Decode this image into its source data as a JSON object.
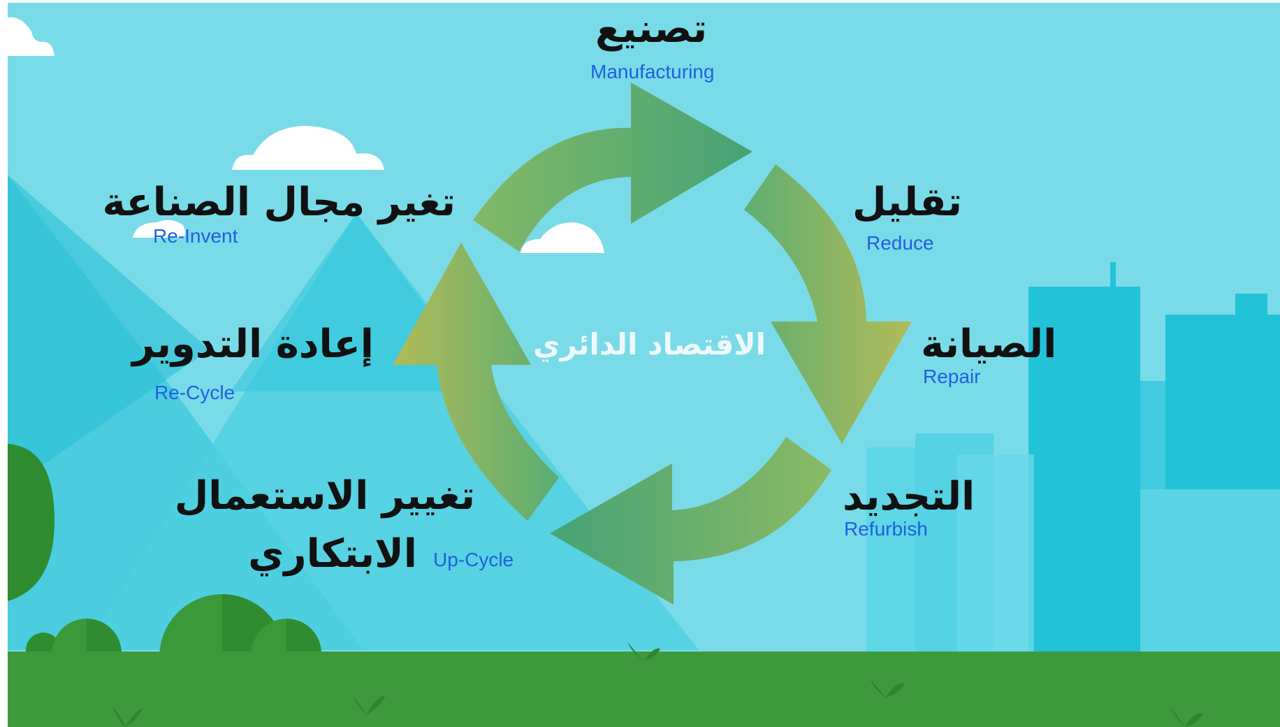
{
  "center_title": "الاقتصاد الدائري",
  "stages": {
    "manufacturing": {
      "ar": "تصنيع",
      "en": "Manufacturing"
    },
    "reduce": {
      "ar": "تقليل",
      "en": "Reduce"
    },
    "repair": {
      "ar": "الصيانة",
      "en": "Repair"
    },
    "refurbish": {
      "ar": "التجديد",
      "en": "Refurbish"
    },
    "upcycle": {
      "ar_line1": "تغيير الاستعمال",
      "ar_line2": "الابتكاري",
      "en": "Up-Cycle"
    },
    "recycle": {
      "ar": "إعادة التدوير",
      "en": "Re-Cycle"
    },
    "reinvent": {
      "ar": "تغير مجال الصناعة",
      "en": "Re-Invent"
    }
  },
  "colors": {
    "sky": "#7adbe8",
    "ground": "#3d9a3c",
    "arrow_green": "#45a376",
    "arrow_yellow": "#b2bb58",
    "english_label": "#1f5fe0"
  }
}
